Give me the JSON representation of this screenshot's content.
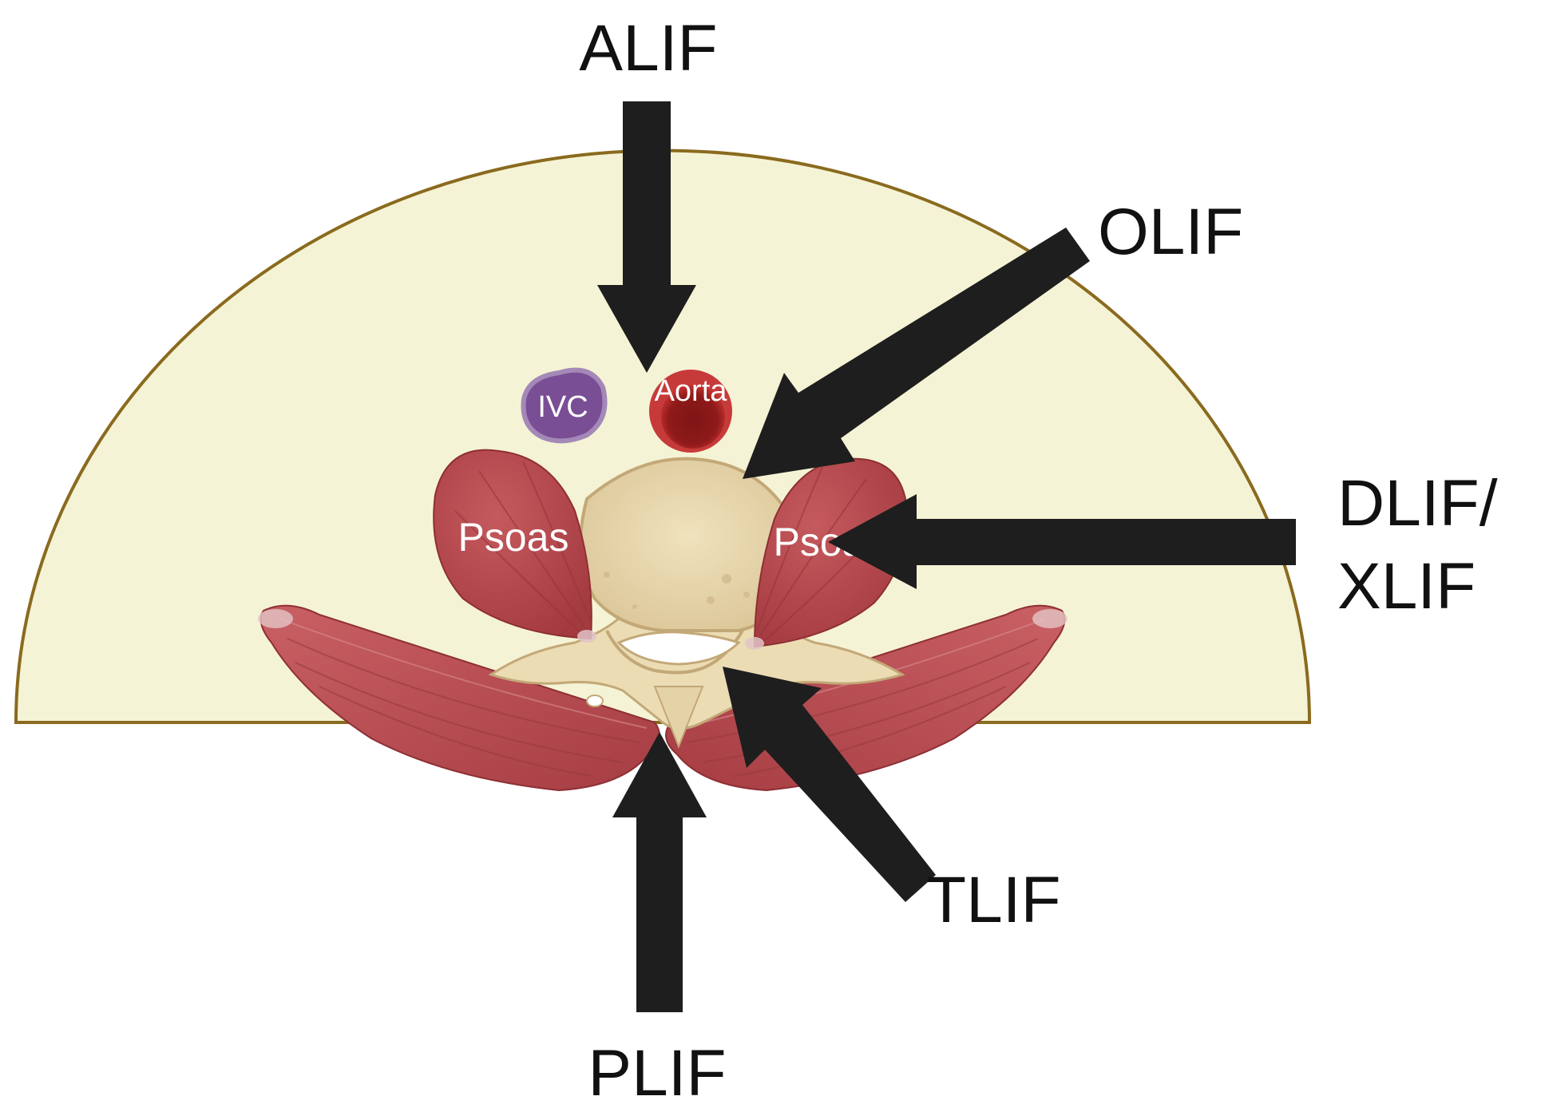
{
  "approaches": {
    "alif": "ALIF",
    "olif": "OLIF",
    "dlif_line1": "DLIF/",
    "dlif_line2": "XLIF",
    "tlif": "TLIF",
    "plif": "PLIF"
  },
  "structures": {
    "ivc": "IVC",
    "aorta": "Aorta",
    "psoas_left": "Psoas",
    "psoas_right": "Psoas"
  },
  "colors": {
    "body_fill": "#f5f3d5",
    "body_outline": "#8a6a1e",
    "muscle": "#b84a4e",
    "muscle_dark": "#8e2f34",
    "bone": "#e8d8b0",
    "bone_outline": "#c3a877",
    "ivc": "#7a4e94",
    "aorta": "#c12b2b",
    "arrow": "#1e1e1e"
  }
}
